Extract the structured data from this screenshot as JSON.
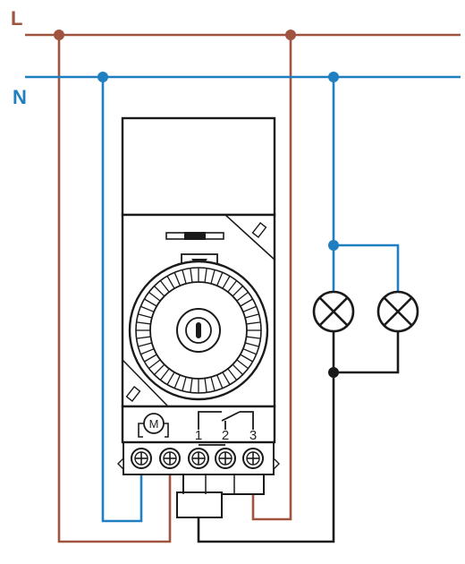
{
  "rails": {
    "live": {
      "label": "L",
      "color": "#a0533f"
    },
    "neutral": {
      "label": "N",
      "color": "#1f7fc1"
    }
  },
  "switch_wire_color": "#1a1a1a",
  "device": {
    "type": "timer-switch",
    "motor_label": "M",
    "terminals": [
      "1",
      "2",
      "3"
    ]
  },
  "lamps": {
    "count": 2,
    "icon": "lamp-cross-icon"
  }
}
